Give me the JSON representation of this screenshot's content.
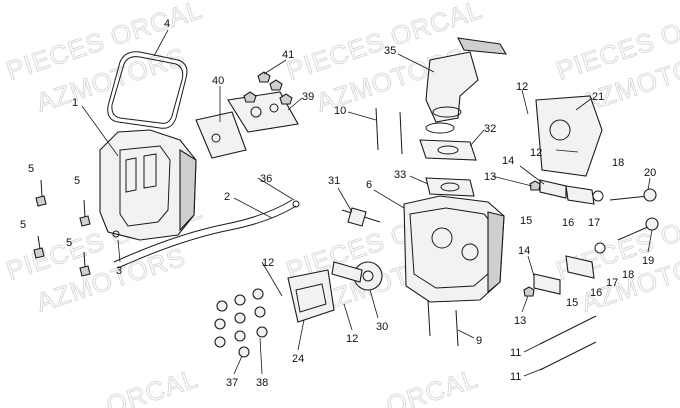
{
  "watermarks": [
    "PIECES ORCAL",
    "AZMOTORS",
    "PIECES ORCAL",
    "AZMOTORS",
    "PIECES ORCAL",
    "AZMOTORS",
    "PIECES ORCAL",
    "AZMOTORS",
    "PIECES ORCAL",
    "AZMOTORS",
    "PIECES ORCAL",
    "AZMOTORS",
    "ORCAL",
    "ORCAL"
  ],
  "callouts": [
    "4",
    "1",
    "40",
    "41",
    "39",
    "35",
    "12",
    "21",
    "10",
    "32",
    "5",
    "5",
    "5",
    "5",
    "36",
    "2",
    "3",
    "31",
    "6",
    "33",
    "13",
    "14",
    "15",
    "16",
    "17",
    "18",
    "20",
    "12",
    "19",
    "18",
    "17",
    "16",
    "15",
    "14",
    "13",
    "12",
    "30",
    "12",
    "24",
    "9",
    "37",
    "38",
    "11",
    "11"
  ]
}
